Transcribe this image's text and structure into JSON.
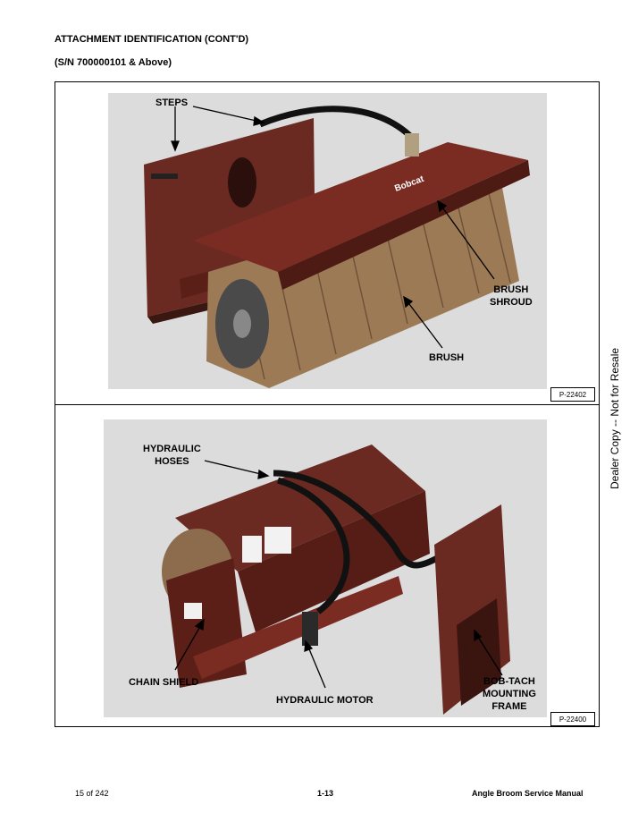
{
  "header": {
    "title": "ATTACHMENT IDENTIFICATION (CONT'D)",
    "serial": "(S/N 700000101 & Above)"
  },
  "figure_top": {
    "callouts": {
      "steps": "STEPS",
      "brush_shroud": "BRUSH\nSHROUD",
      "brush": "BRUSH"
    },
    "ref": "P-22402",
    "logo_text": "Bobcat"
  },
  "figure_bottom": {
    "callouts": {
      "hydraulic_hoses": "HYDRAULIC\nHOSES",
      "chain_shield": "CHAIN SHIELD",
      "hydraulic_motor": "HYDRAULIC MOTOR",
      "bobtach_frame": "BOB-TACH\nMOUNTING\nFRAME"
    },
    "ref": "P-22400"
  },
  "side_note": "Dealer Copy -- Not for Resale",
  "footer": {
    "page_count": "15 of 242",
    "page_number": "1-13",
    "manual_title": "Angle Broom Service Manual"
  }
}
